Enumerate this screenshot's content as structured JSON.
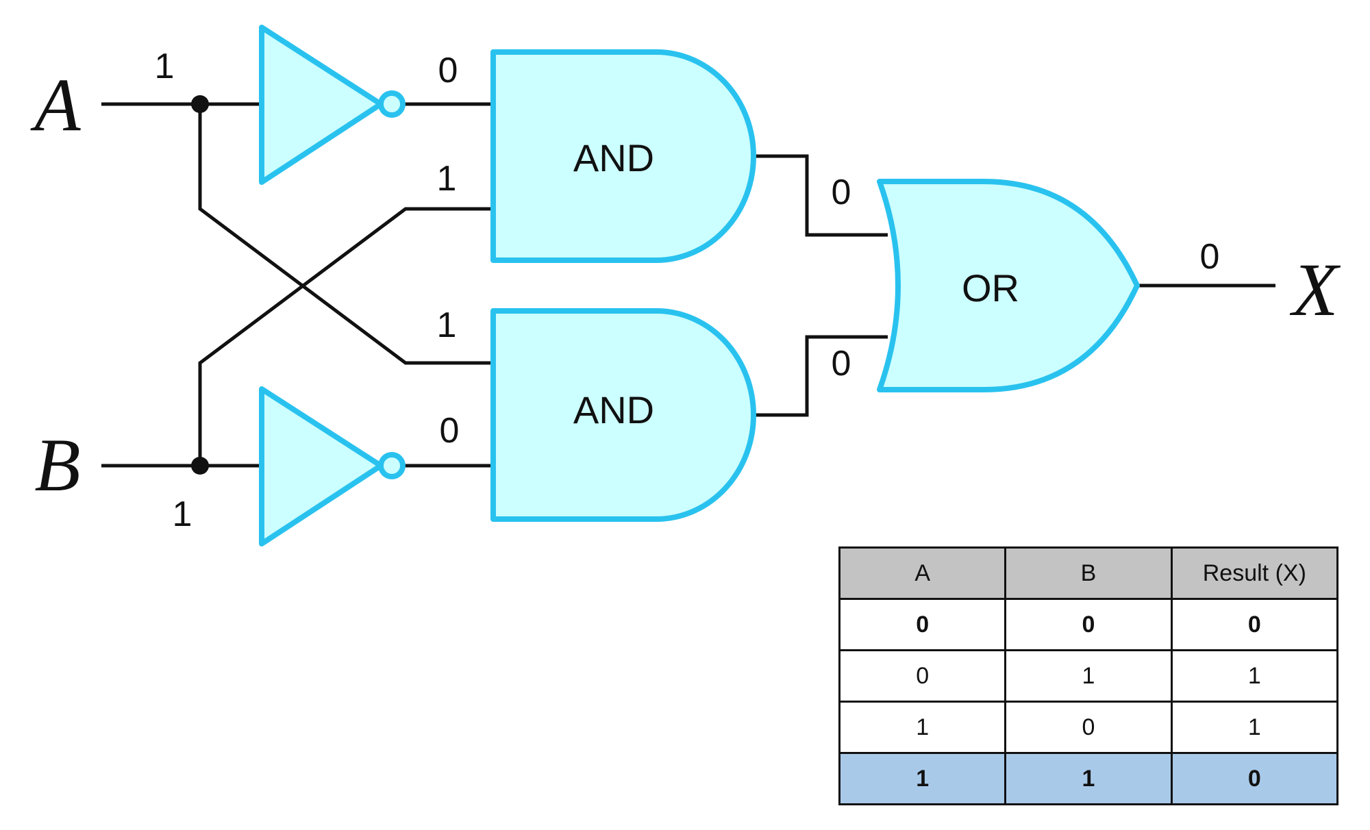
{
  "inputs": {
    "a": "A",
    "b": "B"
  },
  "output": {
    "x": "X"
  },
  "gates": {
    "and_top": "AND",
    "and_bottom": "AND",
    "or": "OR"
  },
  "signals": {
    "a_in": "1",
    "b_in": "1",
    "not_a_out": "0",
    "not_b_out": "0",
    "and_top_in_b": "1",
    "and_bottom_in_a": "1",
    "and_top_out": "0",
    "and_bottom_out": "0",
    "or_out": "0"
  },
  "truth_table": {
    "headers": [
      "A",
      "B",
      "Result (X)"
    ],
    "rows": [
      {
        "cells": [
          "0",
          "0",
          "0"
        ],
        "bold": true,
        "highlight": false
      },
      {
        "cells": [
          "0",
          "1",
          "1"
        ],
        "bold": false,
        "highlight": false
      },
      {
        "cells": [
          "1",
          "0",
          "1"
        ],
        "bold": false,
        "highlight": false
      },
      {
        "cells": [
          "1",
          "1",
          "0"
        ],
        "bold": true,
        "highlight": true
      }
    ]
  },
  "colors": {
    "gate_fill": "#ccffff",
    "gate_stroke": "#29c2ef",
    "header_bg": "#c3c3c3",
    "highlight_row": "#a9c9e9"
  }
}
